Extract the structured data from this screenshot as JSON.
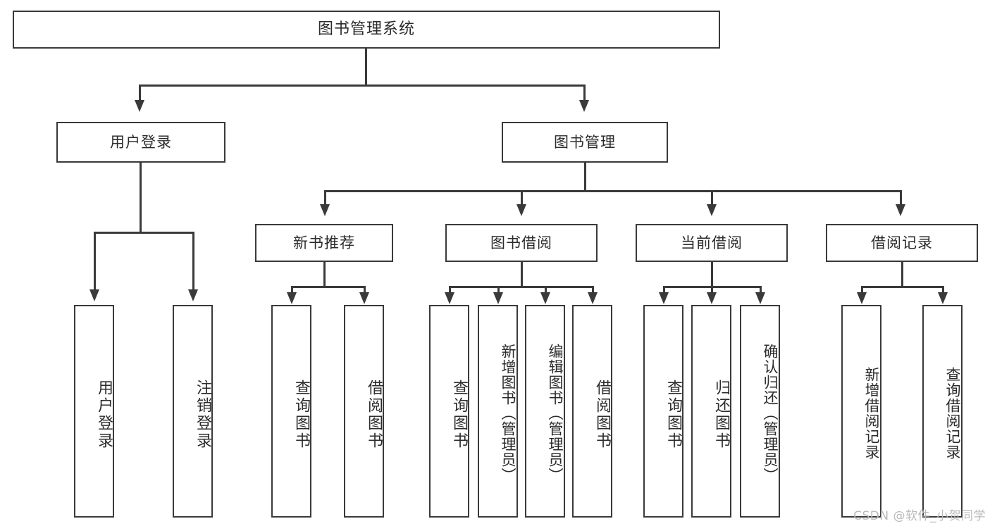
{
  "diagram": {
    "title": "图书管理系统",
    "type": "tree",
    "root": {
      "label": "图书管理系统"
    },
    "level2": [
      {
        "label": "用户登录"
      },
      {
        "label": "图书管理"
      }
    ],
    "level3": [
      {
        "label": "新书推荐"
      },
      {
        "label": "图书借阅"
      },
      {
        "label": "当前借阅"
      },
      {
        "label": "借阅记录"
      }
    ],
    "leaves": {
      "user_login": [
        {
          "label": "用户登录"
        },
        {
          "label": "注销登录"
        }
      ],
      "new_book": [
        {
          "label": "查询图书"
        },
        {
          "label": "借阅图书"
        }
      ],
      "borrow_book": [
        {
          "label": "查询图书"
        },
        {
          "label": "新增图书（管理员）"
        },
        {
          "label": "编辑图书（管理员）"
        },
        {
          "label": "借阅图书"
        }
      ],
      "current_borrow": [
        {
          "label": "查询图书"
        },
        {
          "label": "归还图书"
        },
        {
          "label": "确认归还（管理员）"
        }
      ],
      "borrow_record": [
        {
          "label": "新增借阅记录"
        },
        {
          "label": "查询借阅记录"
        }
      ]
    }
  },
  "watermark": {
    "text": "CSDN @软件_小贺同学"
  },
  "colors": {
    "stroke": "#3a3a3a",
    "text": "#2b2b2b",
    "background": "#ffffff",
    "watermark": "#b9b9b9"
  }
}
